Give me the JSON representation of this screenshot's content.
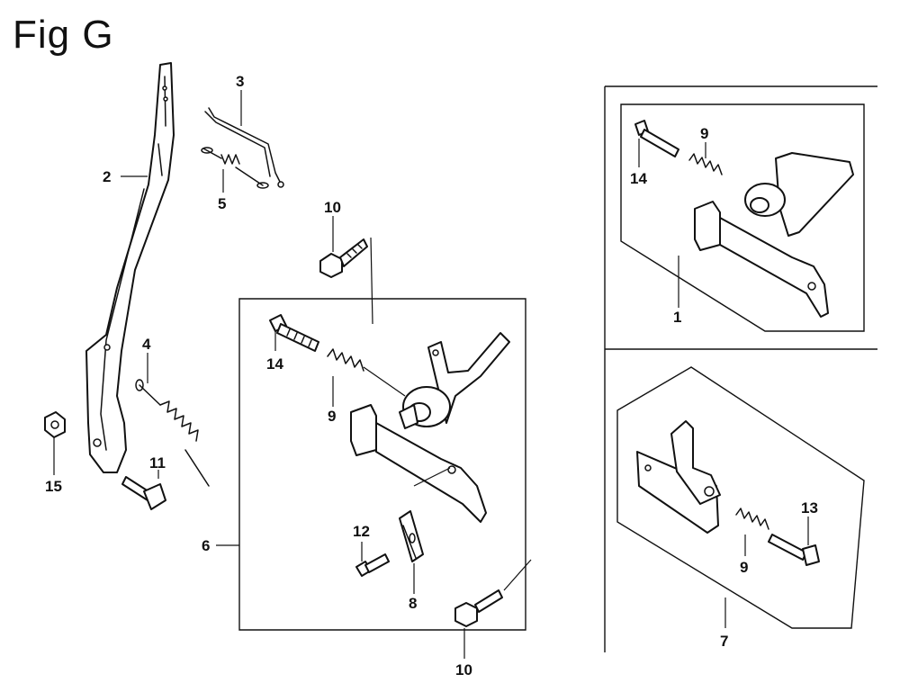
{
  "figure": {
    "title": "Fig G"
  },
  "callouts": {
    "c1": "1",
    "c2": "2",
    "c3": "3",
    "c4": "4",
    "c5": "5",
    "c6": "6",
    "c7": "7",
    "c8": "8",
    "c9a": "9",
    "c9b": "9",
    "c9c": "9",
    "c10a": "10",
    "c10b": "10",
    "c11": "11",
    "c12": "12",
    "c13": "13",
    "c14a": "14",
    "c14b": "14",
    "c15": "15"
  }
}
